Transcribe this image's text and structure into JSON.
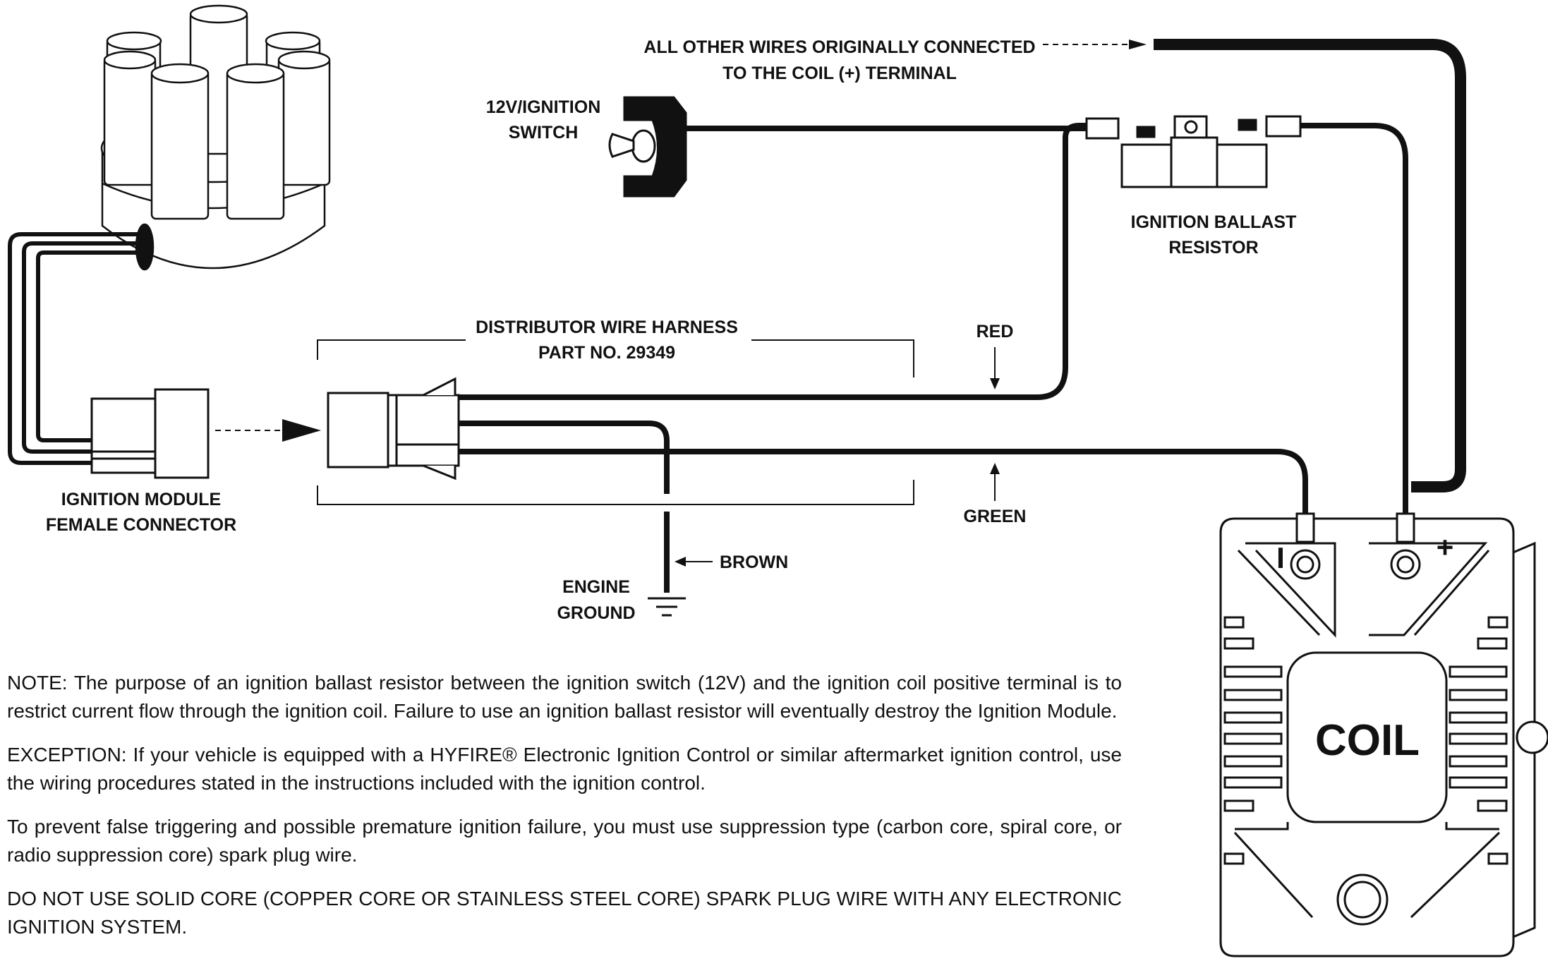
{
  "labels": {
    "all_other_wires_line1": "ALL OTHER WIRES ORIGINALLY CONNECTED",
    "all_other_wires_line2": "TO THE COIL (+) TERMINAL",
    "switch_line1": "12V/IGNITION",
    "switch_line2": "SWITCH",
    "ballast_line1": "IGNITION BALLAST",
    "ballast_line2": "RESISTOR",
    "harness_line1": "DISTRIBUTOR WIRE HARNESS",
    "harness_line2": "PART NO. 29349",
    "red": "RED",
    "green": "GREEN",
    "brown": "BROWN",
    "ground_line1": "ENGINE",
    "ground_line2": "GROUND",
    "module_line1": "IGNITION MODULE",
    "module_line2": "FEMALE CONNECTOR",
    "coil": "COIL",
    "coil_neg": "I",
    "coil_pos": "+"
  },
  "notes": [
    "NOTE: The purpose of an ignition ballast resistor between the ignition switch (12V) and the ignition coil positive terminal is to restrict current flow through the ignition coil. Failure to use an ignition ballast resistor will eventually destroy the Ignition Module.",
    "EXCEPTION: If your vehicle is equipped with a HYFIRE® Electronic Ignition Control or similar aftermarket ignition control, use the wiring procedures stated in the instructions included with the ignition control.",
    "To prevent false triggering and possible premature ignition failure, you must use suppression type (carbon core, spiral core, or radio suppression core) spark plug wire.",
    "DO NOT USE SOLID CORE (COPPER CORE OR STAINLESS STEEL CORE) SPARK PLUG WIRE WITH ANY ELECTRONIC IGNITION SYSTEM."
  ],
  "icons": [
    "distributor-cap-icon",
    "ignition-switch-icon",
    "ballast-resistor-icon",
    "connector-icon",
    "ground-symbol-icon",
    "coil-icon"
  ],
  "colors": {
    "ink": "#111111",
    "paper": "#ffffff"
  }
}
